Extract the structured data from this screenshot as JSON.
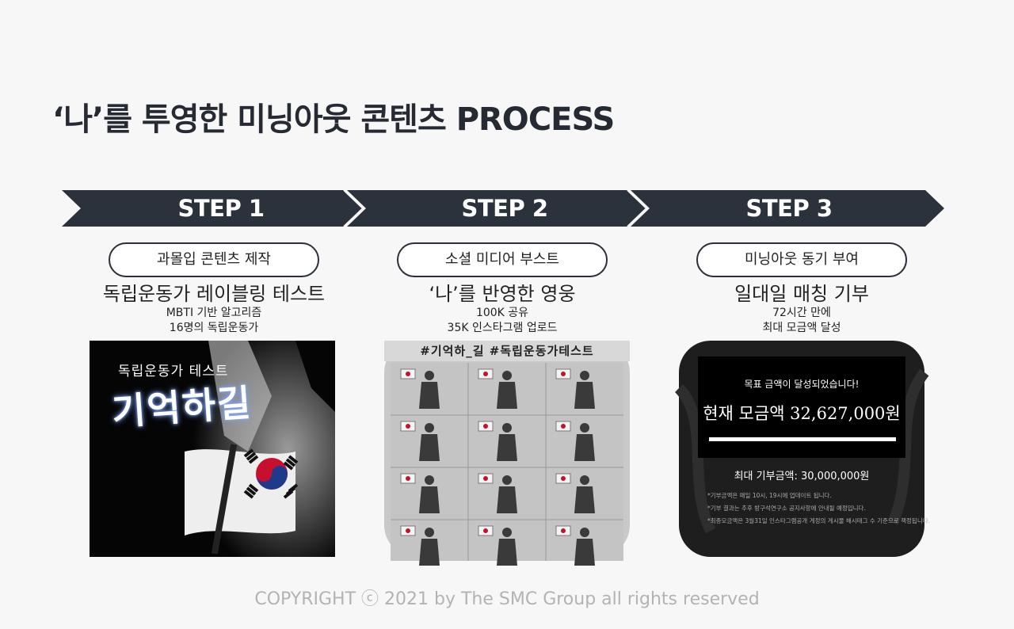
{
  "title": "‘나’를 투영한 미닝아웃 콘텐츠 PROCESS",
  "steps": [
    {
      "label": "STEP 1",
      "pill": "과몰입 콘텐츠 제작",
      "heading": "독립운동가 레이블링 테스트",
      "sub1": "MBTI 기반 알고리즘",
      "sub2": "16명의 독립운동가"
    },
    {
      "label": "STEP 2",
      "pill": "소셜 미디어 부스트",
      "heading": "‘나’를 반영한 영웅",
      "sub1": "100K  공유",
      "sub2": "35K 인스타그램 업로드"
    },
    {
      "label": "STEP 3",
      "pill": "미닝아웃 동기 부여",
      "heading": "일대일 매칭 기부",
      "sub1": "72시간 만에",
      "sub2": "최대 모금액 달성"
    }
  ],
  "card1": {
    "small_text": "독립운동가 테스트",
    "big_text": "기억하길"
  },
  "card2": {
    "header": "#기억하_길 #독립운동가테스트"
  },
  "card3": {
    "goal_text": "목표 금액이 달성되었습니다!",
    "current_text": "현재 모금액 32,627,000원",
    "progress": 1.0,
    "max_text": "최대 기부금액: 30,000,000원",
    "note1": "*기부금액은 매일 10시, 19시에 업데이트 됩니다.",
    "note2": "*기부 결과는 추후 방구석연구소 공지사항에 안내될 예정입니다.",
    "note3": "*최종모금액은 3월31일 인스타그램공개 게정의 게시물 해시태그 수 기준으로 책정됩니다."
  },
  "copyright": "COPYRIGHT ⓒ 2021 by The SMC Group all rights reserved",
  "colors": {
    "arrow": "#2b323c",
    "background": "#f7f7f7",
    "copyright": "#b3b3b3"
  }
}
